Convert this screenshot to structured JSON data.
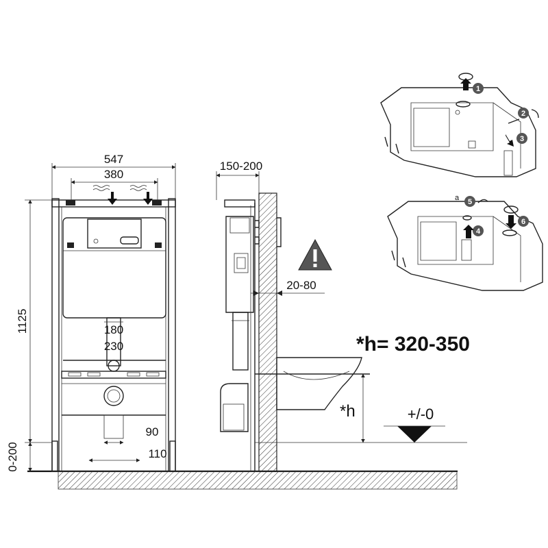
{
  "front_view": {
    "width_total": "547",
    "width_inner": "380",
    "height_total": "1125",
    "adjust_range": "0-200",
    "pipe_180": "180",
    "pipe_230": "230",
    "bolt_90": "90",
    "bolt_110": "110"
  },
  "side_view": {
    "depth_range": "150-200",
    "wall_gap": "20-80",
    "warning_icon": "warning-triangle"
  },
  "toilet": {
    "h_formula": "*h= 320-350",
    "h_label": "*h",
    "floor_level": "+/-0"
  },
  "cistern_steps": {
    "top": [
      "1",
      "2",
      "3"
    ],
    "bottom": [
      "5",
      "4",
      "6"
    ],
    "label_a": "a"
  }
}
